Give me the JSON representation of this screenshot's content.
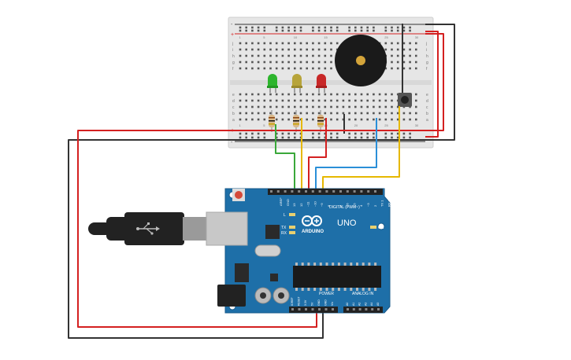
{
  "breadboard": {
    "row_letters_top": [
      "j",
      "i",
      "h",
      "g",
      "f"
    ],
    "row_letters_bottom": [
      "e",
      "d",
      "c",
      "b",
      "a"
    ],
    "rail_plus": "+",
    "rail_minus": "-",
    "column_numbers_top": [
      "1",
      "5",
      "10",
      "15",
      "20",
      "25",
      "30"
    ]
  },
  "leds": [
    {
      "name": "green",
      "color": "#2db52d"
    },
    {
      "name": "yellow",
      "color": "#b7a43a"
    },
    {
      "name": "red",
      "color": "#c82828"
    }
  ],
  "buzzer": {
    "color": "#1a1a1a",
    "center_color": "#d4a43a"
  },
  "pushbutton": {
    "color": "#333333"
  },
  "wires": {
    "red": "#d42020",
    "black": "#333333",
    "green": "#3aa83a",
    "yellow": "#e6b800",
    "blue": "#2a8fd8"
  },
  "arduino": {
    "board_color": "#1e6fa8",
    "logo_text": "ARDUINO",
    "model_text": "UNO",
    "digital_label": "DIGITAL (PWM~)",
    "power_label": "POWER",
    "analog_label": "ANALOG IN",
    "on_label": "ON",
    "tx_label": "TX",
    "rx_label": "RX",
    "l_label": "L",
    "aref_label": "AREF",
    "gnd_label": "GND",
    "digital_pins": [
      "13",
      "12",
      "~11",
      "~10",
      "~9",
      "8",
      "7",
      "~6",
      "~5",
      "4",
      "~3",
      "2",
      "TX 1",
      "RX 0"
    ],
    "power_pins": [
      "IOREF",
      "RESET",
      "3.3V",
      "5V",
      "GND",
      "GND",
      "Vin"
    ],
    "analog_pins": [
      "A0",
      "A1",
      "A2",
      "A3",
      "A4",
      "A5"
    ]
  },
  "usb_cable": {
    "color": "#222222"
  }
}
